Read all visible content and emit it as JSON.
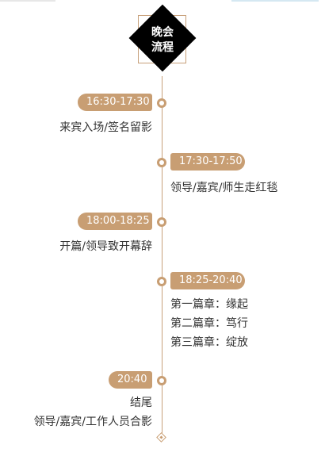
{
  "title": {
    "line1": "晚会",
    "line2": "流程"
  },
  "events": [
    {
      "time": "16:30-17:30",
      "lines": [
        "来宾入场/签名留影"
      ]
    },
    {
      "time": "17:30-17:50",
      "lines": [
        "领导/嘉宾/师生走红毯"
      ]
    },
    {
      "time": "18:00-18:25",
      "lines": [
        "开篇/领导致开幕辞"
      ]
    },
    {
      "time": "18:25-20:40",
      "lines": [
        "第一篇章：缘起",
        "第二篇章：笃行",
        "第三篇章：绽放"
      ]
    },
    {
      "time": "20:40",
      "lines": [
        "结尾",
        "领导/嘉宾/工作人员合影"
      ]
    }
  ],
  "colors": {
    "accent": "#c89e73",
    "line": "#c7a07a",
    "title_bg": "#000000",
    "text": "#333333"
  }
}
